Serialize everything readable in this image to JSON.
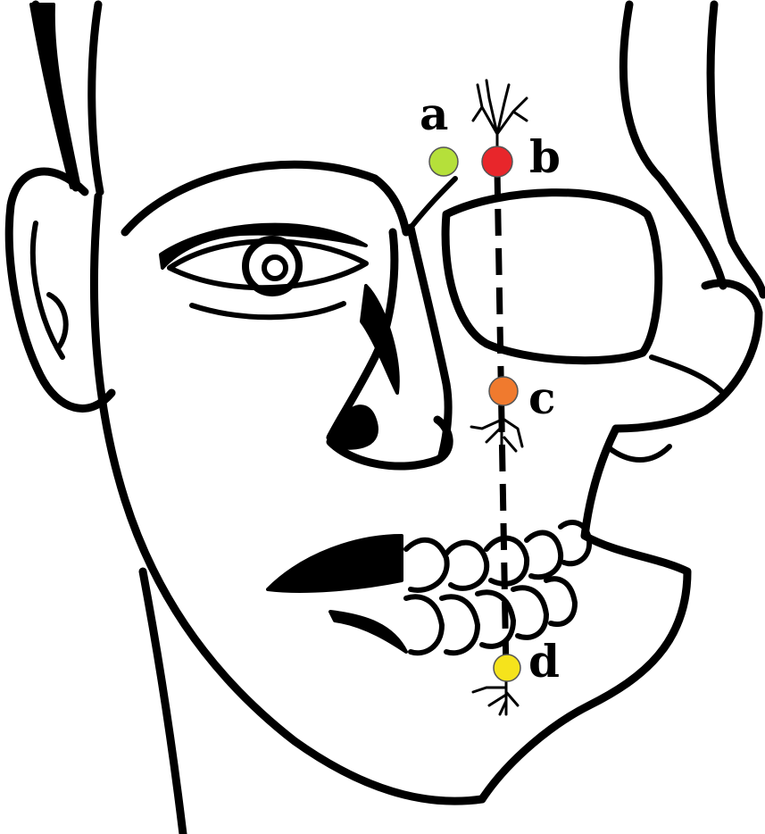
{
  "points": [
    {
      "label": "a",
      "color": "#b5e03a"
    },
    {
      "label": "b",
      "color": "#e8262b"
    },
    {
      "label": "c",
      "color": "#f07a2e"
    },
    {
      "label": "d",
      "color": "#f5e31c"
    }
  ]
}
